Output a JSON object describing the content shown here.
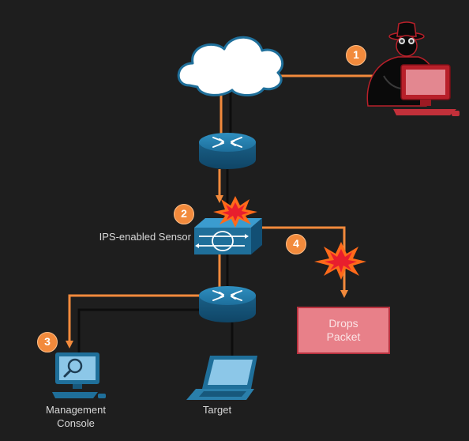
{
  "labels": {
    "sensor": "IPS-enabled Sensor",
    "console_line1": "Management",
    "console_line2": "Console",
    "target": "Target",
    "drops_line1": "Drops",
    "drops_line2": "Packet"
  },
  "badges": [
    "1",
    "2",
    "3",
    "4"
  ],
  "icons": [
    "cloud-icon",
    "router-icon",
    "ips-sensor-icon",
    "attacker-icon",
    "monitor-icon",
    "laptop-icon",
    "explosion-icon"
  ],
  "colors": {
    "background": "#1e1e1e",
    "attack_path": "#f28a3c",
    "network_link": "#111111",
    "device_blue": "#1f6f9a",
    "attacker_red": "#b8202a",
    "drops_fill": "#e88089",
    "badge": "#f28a3c"
  }
}
